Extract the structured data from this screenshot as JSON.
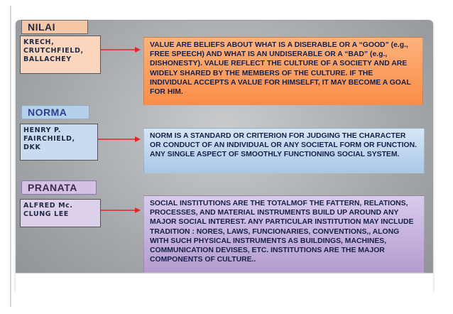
{
  "sections": [
    {
      "title": "NILAI",
      "author_lines": [
        "KRECH,",
        "CRUTCHFIELD,",
        "BALLACHEY"
      ],
      "description": "VALUE ARE BELIEFS ABOUT  WHAT IS A DISERABLE OR A “GOOD” (e.g., FREE SPEECH) AND WHAT IS AN UNDISERABLE OR A “BAD” (e.g., DISHONESTY). VALUE REFLECT THE CULTURE OF A SOCIETY AND ARE WIDELY SHARED BY THE MEMBERS OF THE CULTURE. IF THE INDIVIDUAL ACCEPTS A VALUE FOR HIMSELFT, IT MAY BECOME A GOAL FOR HIM."
    },
    {
      "title": "NORMA",
      "author_lines": [
        "HENRY P.",
        "FAIRCHIELD,",
        "DKK"
      ],
      "description": "NORM IS A STANDARD OR CRITERION FOR JUDGING THE CHARACTER OR CONDUCT OF AN INDIVIDUAL OR ANY SOCIETAL FORM OR FUNCTION. ANY SINGLE ASPECT OF SMOOTHLY FUNCTIONING SOCIAL SYSTEM."
    },
    {
      "title": "PRANATA",
      "author_lines": [
        "ALFRED Mc.",
        "CLUNG LEE"
      ],
      "description": "SOCIAL INSTITUTIONS ARE THE TOTALMOF THE FATTERN, RELATIONS, PROCESSES, AND MATERIAL INSTRUMENTS BUILD UP AROUND ANY MAJOR SOCIAL INTEREST. ANY PARTICULAR INSTITUTION MAY INCLUDE TRADITION : NORES, LAWS, FUNCIONARIES, CONVENTIONS,, ALONG WITH SUCH PHYSICAL INSTRUMENTS AS BUILDINGS, MACHINES, COMMUNICATION DEVISES, ETC. INSTITUTIONS ARE THE MAJOR COMPONENTS OF CULTURE.."
    }
  ],
  "colors": {
    "arrow": "#e8242a",
    "nilai_box": "#f98d48",
    "norma_box": "#a9c7e6",
    "pranata_box": "#b49ccf"
  }
}
